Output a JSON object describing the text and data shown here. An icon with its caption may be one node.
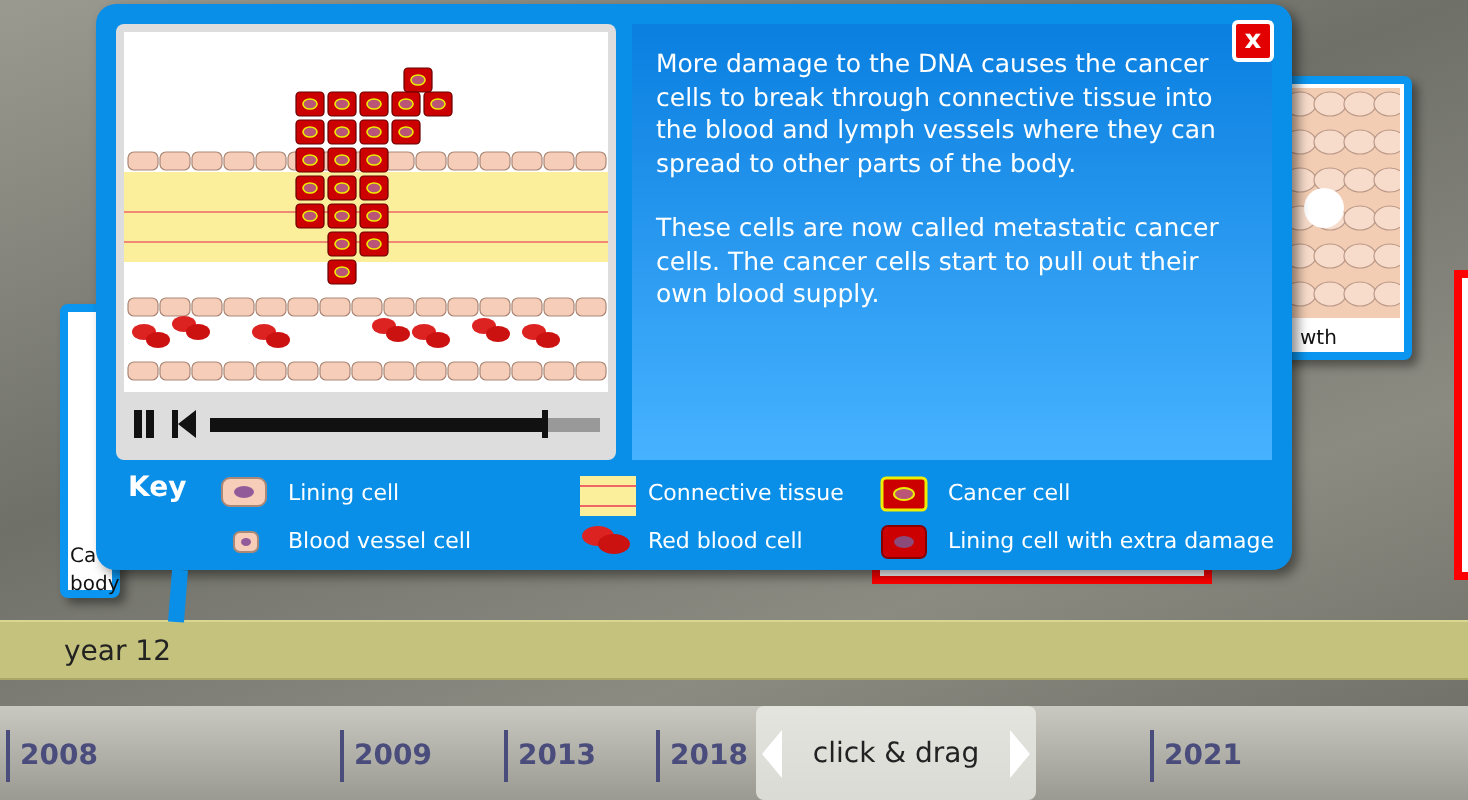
{
  "diagram": {
    "nodes": [
      {
        "text": [
          "More damage to the DNA causes the cancer cells to break through connective tissue into the blood and lymph vessels where they can spread to other parts of the body.",
          "These cells are now called metastatic cancer cells. The cancer cells start to pull out their own blood supply."
        ]
      },
      {
        "text": [],
        "shape": "picture",
        "in": 0
      },
      {
        "text": [
          "Key"
        ],
        "in": 0
      },
      {
        "text": [
          "Ca",
          "body"
        ]
      },
      {
        "text": [
          "wth"
        ]
      },
      {
        "text": [],
        "shape": "box"
      },
      {
        "text": [],
        "shape": "box"
      },
      {
        "text": [
          "year 12"
        ]
      }
    ],
    "edges": [
      {
        "from": 0,
        "to": 7,
        "arrow": "none"
      }
    ],
    "labels": [
      "x",
      "2008",
      "2009",
      "2013",
      "2018",
      "click & drag",
      "2021"
    ],
    "legend": [
      {
        "text": "Lining cell"
      },
      {
        "text": "Connective tissue"
      },
      {
        "text": "Cancer cell"
      },
      {
        "text": "Blood vessel cell"
      },
      {
        "text": "Red blood cell"
      },
      {
        "text": "Lining cell with extra damage"
      }
    ]
  }
}
